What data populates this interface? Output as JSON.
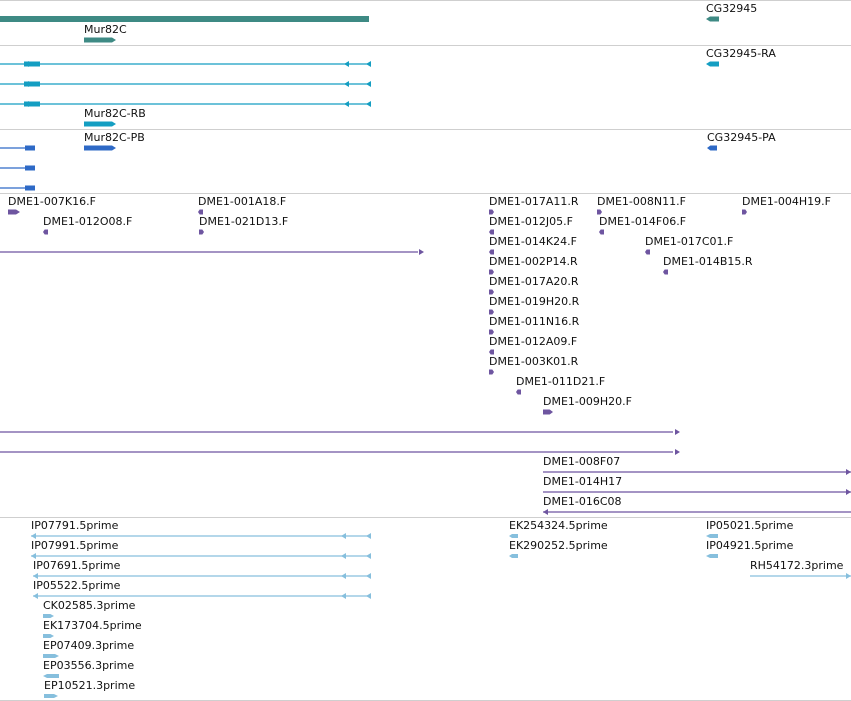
{
  "colors": {
    "gene": "#3e8a84",
    "transcript": "#149ec2",
    "protein": "#2e69c6",
    "bac_end": "#6e55a0",
    "est": "#86bfdd",
    "divider": "#cfcfcf"
  },
  "tracks": {
    "gene": {
      "items": [
        {
          "label": "Mur82C",
          "kind": "plus"
        },
        {
          "label": "CG32945",
          "kind": "minus"
        }
      ]
    },
    "transcript": {
      "items": [
        {
          "label": "CG32945-RA",
          "kind": "minus"
        },
        {
          "label": "Mur82C-RB",
          "kind": "plus"
        }
      ]
    },
    "protein": {
      "items": [
        {
          "label": "Mur82C-PB",
          "kind": "plus"
        },
        {
          "label": "CG32945-PA",
          "kind": "minus"
        }
      ]
    },
    "bac": {
      "items": [
        {
          "label": "DME1-007K16.F",
          "kind": "plus"
        },
        {
          "label": "DME1-001A18.F",
          "kind": "minus"
        },
        {
          "label": "DME1-012O08.F",
          "kind": "minus"
        },
        {
          "label": "DME1-021D13.F",
          "kind": "plus"
        },
        {
          "label": "DME1-017A11.R",
          "kind": "plus"
        },
        {
          "label": "DME1-008N11.F",
          "kind": "plus"
        },
        {
          "label": "DME1-004H19.F",
          "kind": "plus"
        },
        {
          "label": "DME1-012J05.F",
          "kind": "minus"
        },
        {
          "label": "DME1-014F06.F",
          "kind": "minus"
        },
        {
          "label": "DME1-014K24.F",
          "kind": "minus"
        },
        {
          "label": "DME1-017C01.F",
          "kind": "minus"
        },
        {
          "label": "DME1-002P14.R",
          "kind": "plus"
        },
        {
          "label": "DME1-014B15.R",
          "kind": "minus"
        },
        {
          "label": "DME1-017A20.R",
          "kind": "plus"
        },
        {
          "label": "DME1-019H20.R",
          "kind": "plus"
        },
        {
          "label": "DME1-011N16.R",
          "kind": "plus"
        },
        {
          "label": "DME1-012A09.F",
          "kind": "minus"
        },
        {
          "label": "DME1-003K01.R",
          "kind": "plus"
        },
        {
          "label": "DME1-011D21.F",
          "kind": "minus"
        },
        {
          "label": "DME1-009H20.F",
          "kind": "plus"
        },
        {
          "label": "DME1-008F07",
          "kind": "plus"
        },
        {
          "label": "DME1-014H17",
          "kind": "plus"
        },
        {
          "label": "DME1-016C08",
          "kind": "minus"
        }
      ]
    },
    "est": {
      "items": [
        {
          "label": "IP07791.5prime",
          "kind": "minus"
        },
        {
          "label": "EK254324.5prime",
          "kind": "minus"
        },
        {
          "label": "IP05021.5prime",
          "kind": "minus"
        },
        {
          "label": "IP07991.5prime",
          "kind": "minus"
        },
        {
          "label": "EK290252.5prime",
          "kind": "minus"
        },
        {
          "label": "IP04921.5prime",
          "kind": "minus"
        },
        {
          "label": "IP07691.5prime",
          "kind": "minus"
        },
        {
          "label": "RH54172.3prime",
          "kind": "plus"
        },
        {
          "label": "IP05522.5prime",
          "kind": "minus"
        },
        {
          "label": "CK02585.3prime",
          "kind": "plus"
        },
        {
          "label": "EK173704.5prime",
          "kind": "plus"
        },
        {
          "label": "EP07409.3prime",
          "kind": "plus"
        },
        {
          "label": "EP03556.3prime",
          "kind": "minus"
        },
        {
          "label": "EP10521.3prime",
          "kind": "plus"
        }
      ]
    }
  }
}
